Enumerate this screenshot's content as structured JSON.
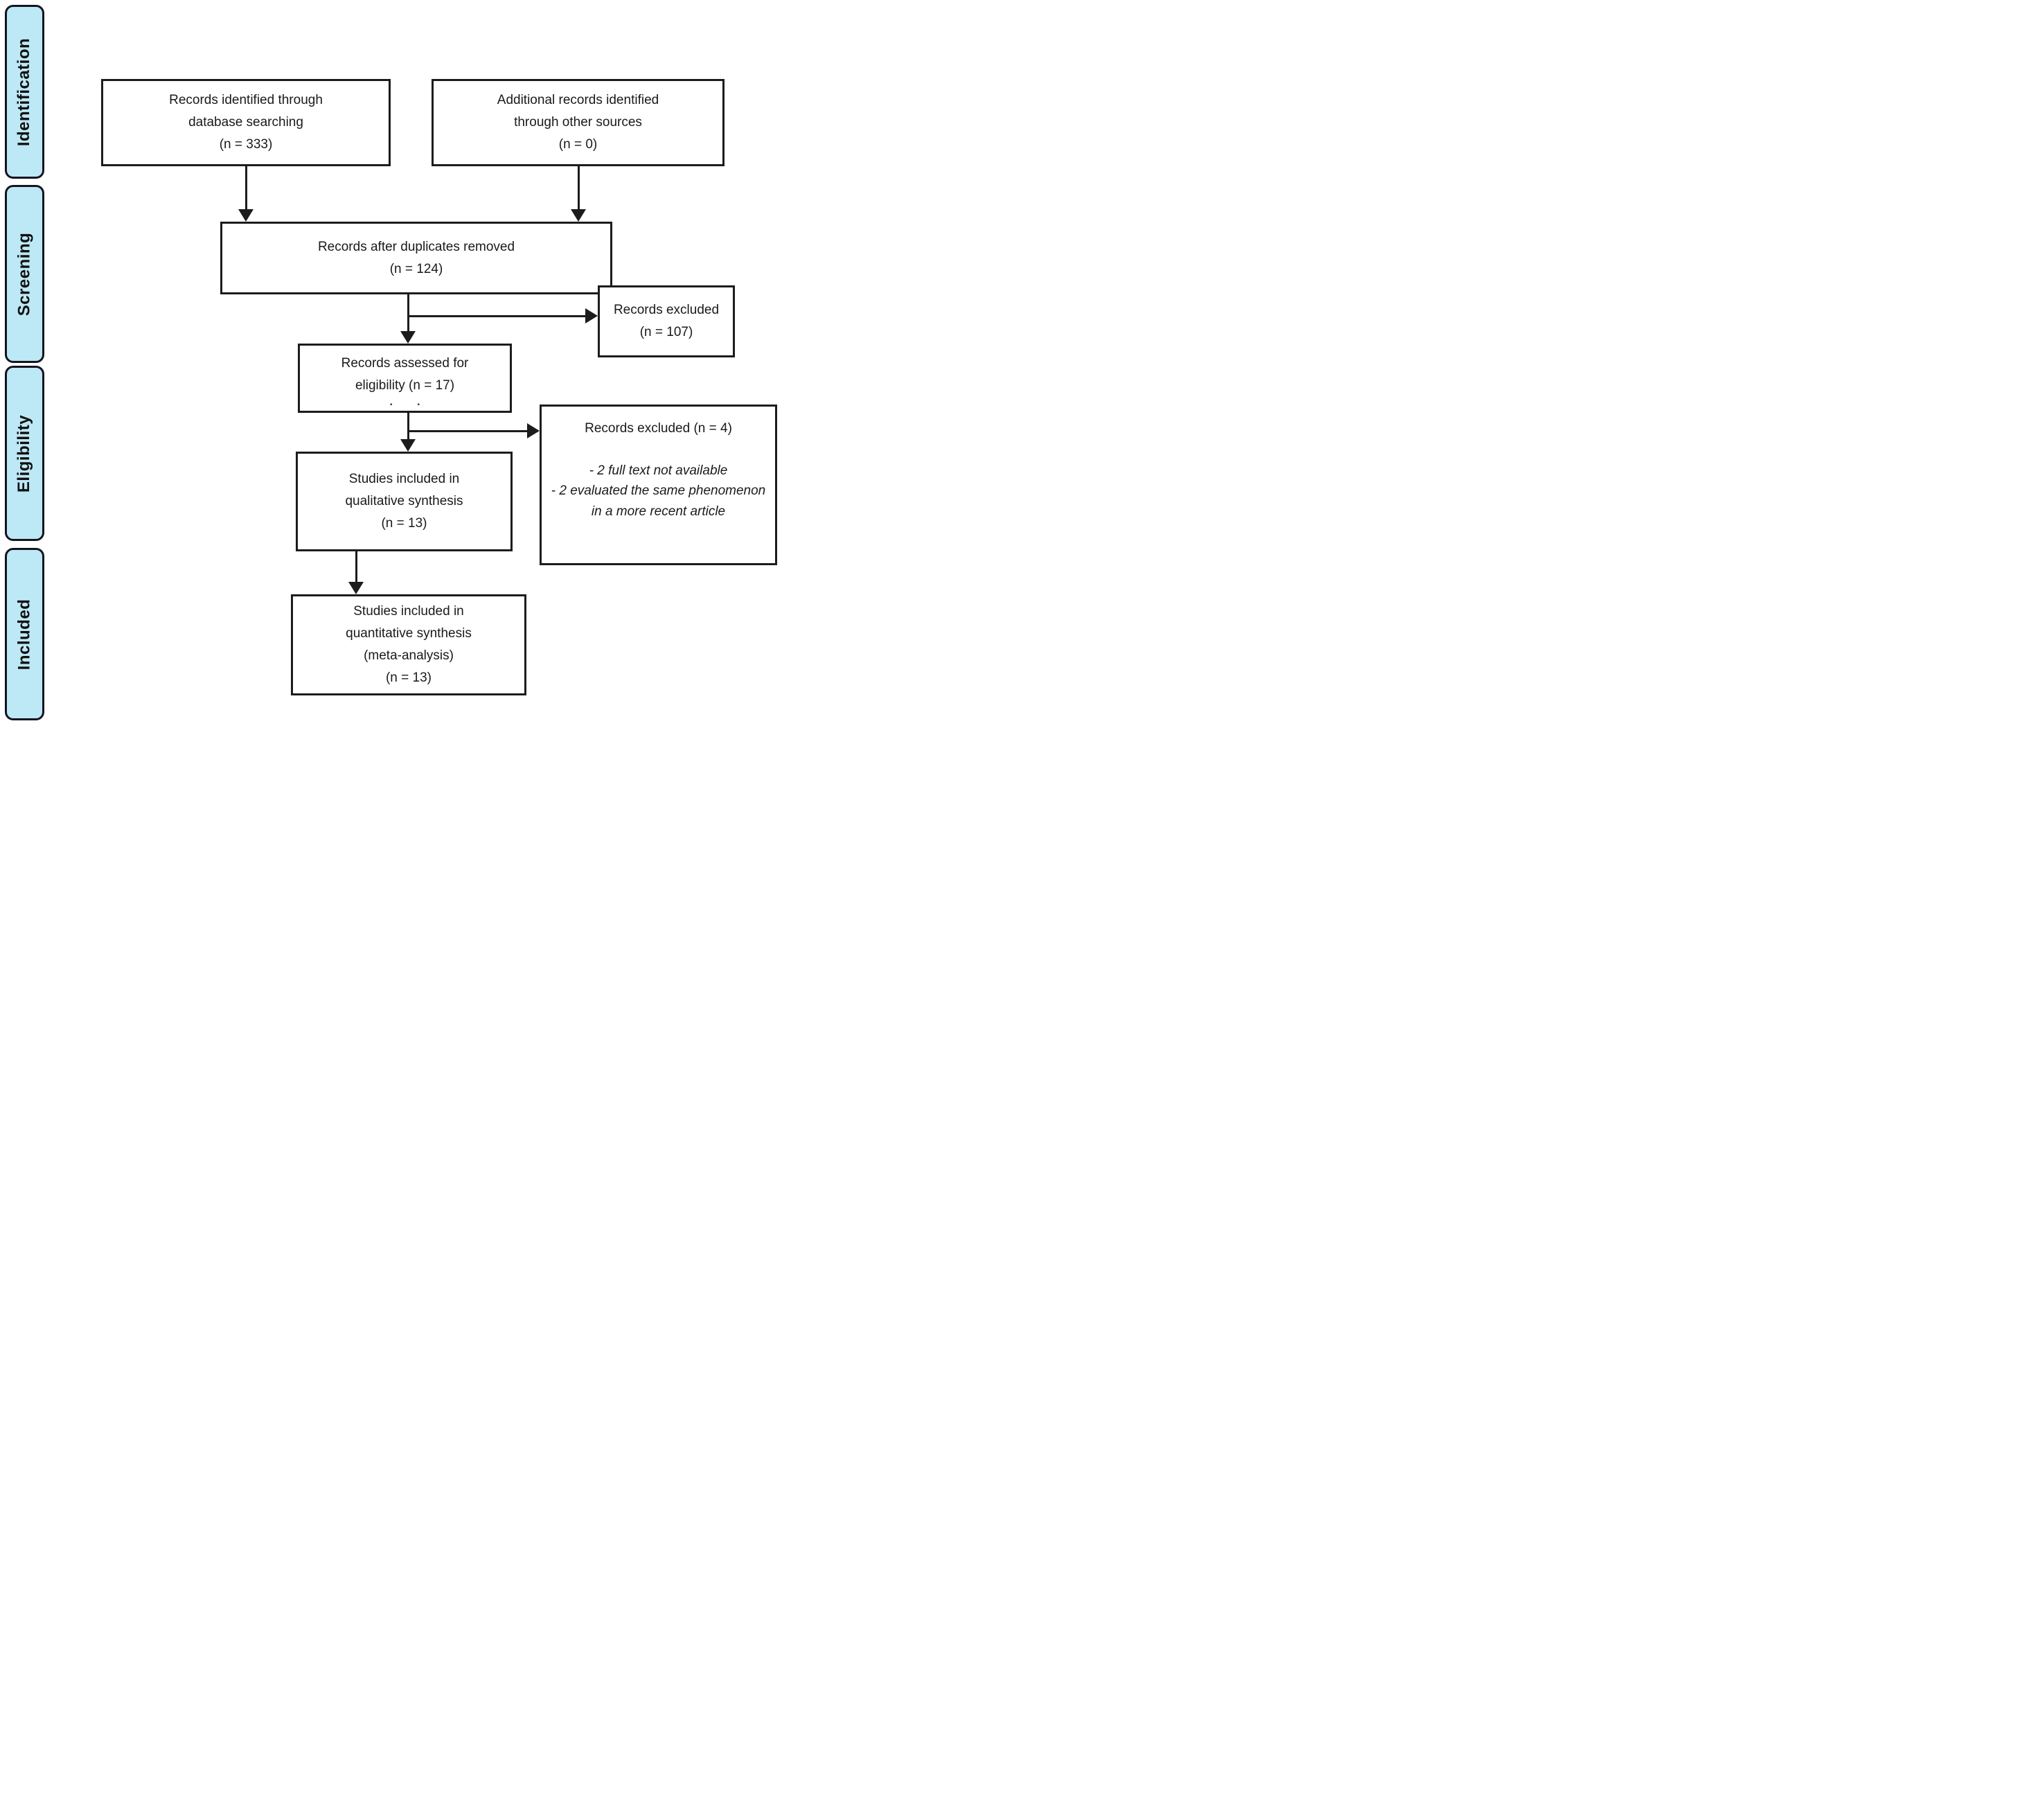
{
  "diagram_type": "prisma-flowchart",
  "stages": [
    {
      "label": "Identification"
    },
    {
      "label": "Screening"
    },
    {
      "label": "Eligibility"
    },
    {
      "label": "Included"
    }
  ],
  "boxes": {
    "records_identified": {
      "lines": [
        "Records identified through",
        "database searching",
        "(n = 333)"
      ]
    },
    "additional_records": {
      "lines": [
        "Additional records identified",
        "through other sources",
        "(n = 0)"
      ]
    },
    "after_duplicates": {
      "lines": [
        "Records after duplicates removed",
        "(n = 124)"
      ]
    },
    "records_excluded_screening": {
      "lines": [
        "Records excluded",
        "(n = 107)"
      ]
    },
    "records_assessed": {
      "lines": [
        "Records assessed for",
        "eligibility (n = 17)"
      ],
      "artifact_dots": ". ."
    },
    "records_excluded_eligibility": {
      "heading": "Records excluded (n = 4)",
      "reasons": [
        "- 2 full text not available",
        "- 2 evaluated the same phenomenon in a more recent article"
      ]
    },
    "qualitative_synthesis": {
      "lines": [
        "Studies included in",
        "qualitative synthesis",
        "(n = 13)"
      ]
    },
    "quantitative_synthesis": {
      "lines": [
        "Studies included in",
        "quantitative synthesis",
        "(meta-analysis)",
        "(n = 13)"
      ]
    }
  },
  "colors": {
    "stage_fill": "#bde8f5",
    "stage_border": "#14141f",
    "box_border": "#1c1c1c",
    "line": "#1c1c1c",
    "text": "#1a1a1a"
  }
}
